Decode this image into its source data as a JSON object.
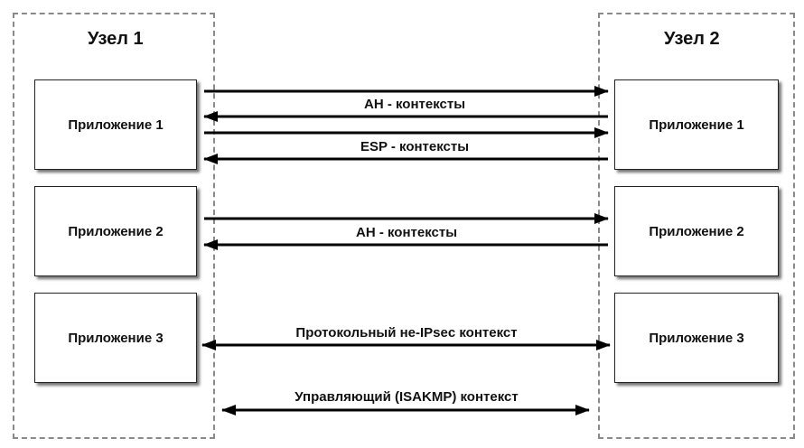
{
  "nodes": {
    "left": {
      "title": "Узел 1"
    },
    "right": {
      "title": "Узел 2"
    }
  },
  "applications": {
    "app1": "Приложение 1",
    "app2": "Приложение 2",
    "app3": "Приложение 3"
  },
  "connections": {
    "ah_contexts_1": "AH - контексты",
    "esp_contexts": "ESP - контексты",
    "ah_contexts_2": "AH - контексты",
    "non_ipsec_context": "Протокольный не-IPsec контекст",
    "isakmp_context": "Управляющий (ISAKMP) контекст"
  },
  "colors": {
    "arrow": "#000000",
    "node_border": "#8a8a8a"
  }
}
